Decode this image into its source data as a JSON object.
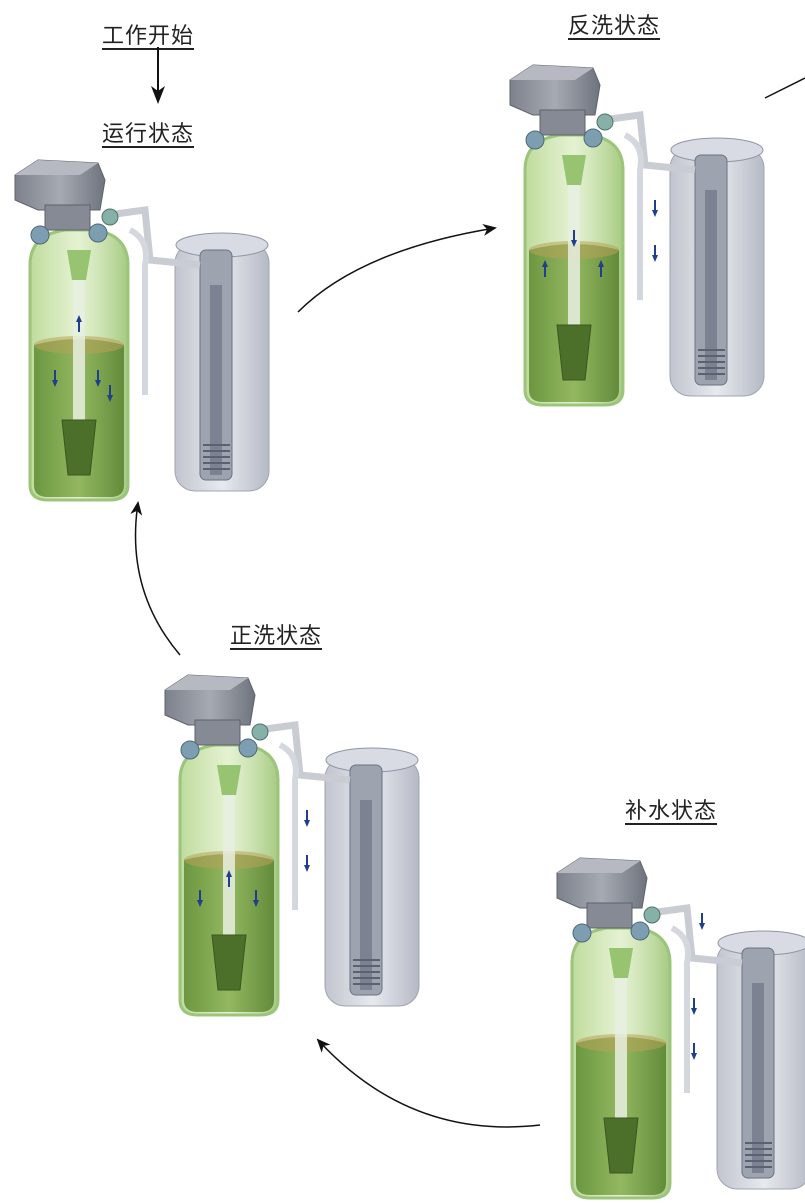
{
  "labels": {
    "start": "工作开始",
    "run": "运行状态",
    "backwash": "反洗状态",
    "rinse": "正洗状态",
    "refill": "补水状态"
  },
  "colors": {
    "tank_green": "#86b35a",
    "resin": "#6f9a3c",
    "brine_tank": "#c7cbd6",
    "valve_head": "#8e929b",
    "flow_arrow": "#1f3f8a",
    "cycle_arrow": "#111111"
  },
  "icons": [
    "water-softener-tank",
    "brine-tank",
    "control-valve",
    "flow-arrow",
    "cycle-arrow"
  ]
}
